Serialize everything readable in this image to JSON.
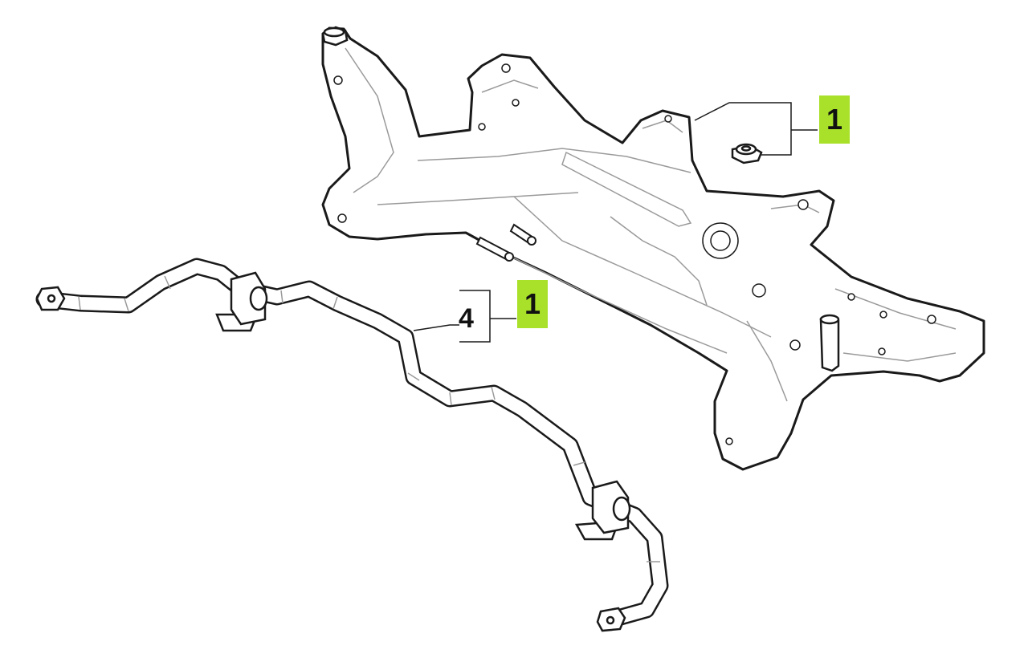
{
  "callouts": {
    "top_badge": "1",
    "mid_badge": "1",
    "mid_number": "4"
  },
  "colors": {
    "badge": "#a8e02a",
    "stroke": "#1a1a1a",
    "detail": "#9a9a9a"
  }
}
